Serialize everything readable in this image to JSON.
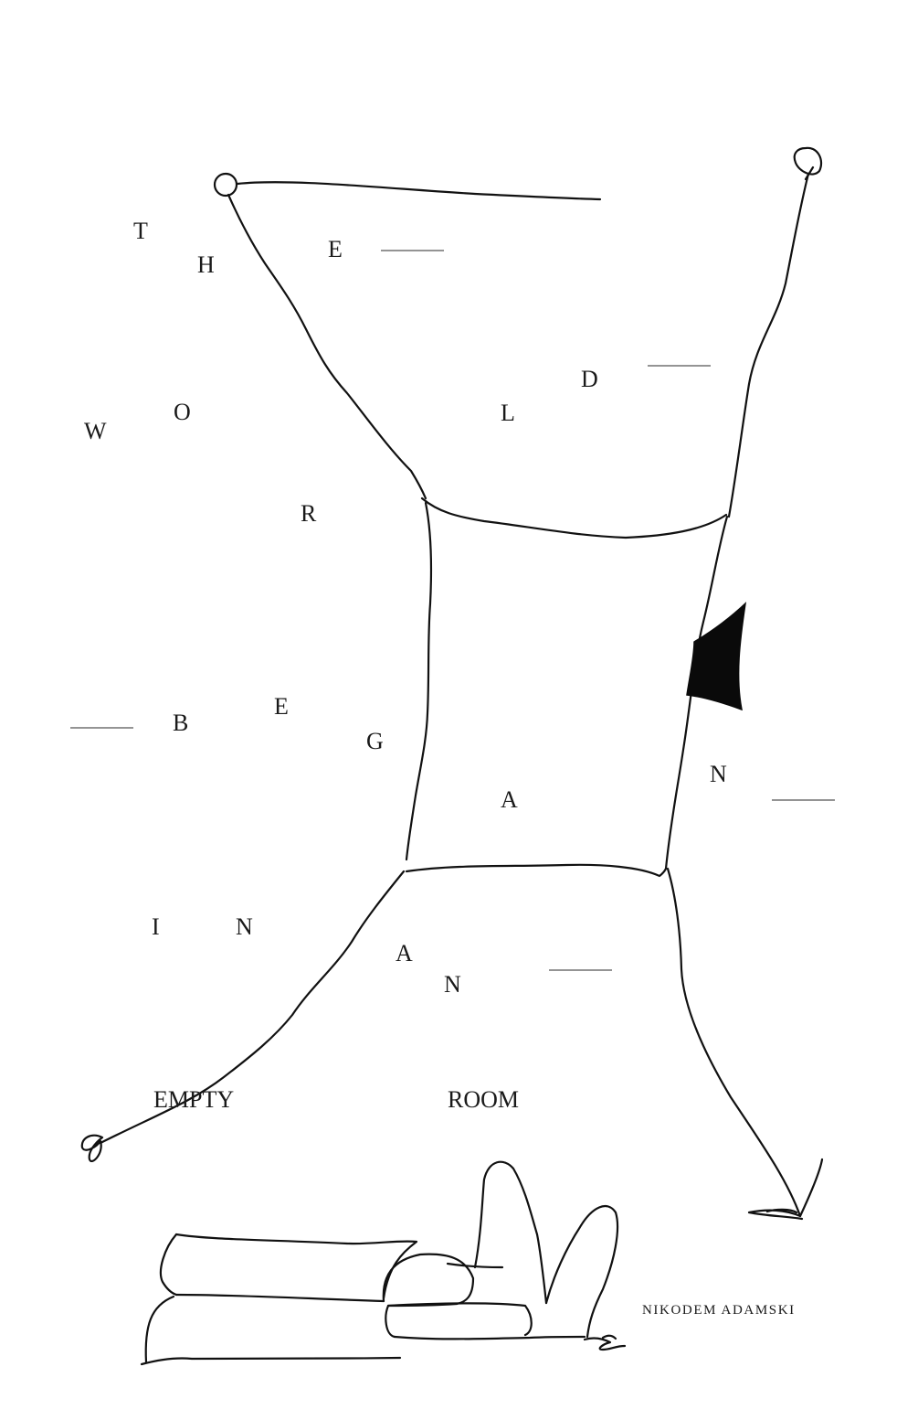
{
  "cover": {
    "title_letters": {
      "t": "T",
      "h": "H",
      "e1": "E",
      "w": "W",
      "o": "O",
      "r": "R",
      "l": "L",
      "d": "D",
      "b": "B",
      "e2": "E",
      "g": "G",
      "a1": "A",
      "n1": "N",
      "i": "I",
      "n2": "N",
      "a2": "A",
      "n3": "N"
    },
    "empty": "EMPTY",
    "room": "ROOM",
    "author": "NIKODEM ADAMSKI"
  },
  "colors": {
    "ink": "#111111",
    "paper": "#ffffff",
    "rule": "#555555"
  }
}
